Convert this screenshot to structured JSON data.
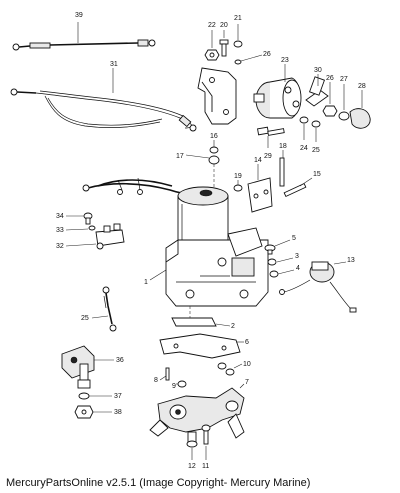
{
  "footer": "MercuryPartsOnline v2.5.1 (Image Copyright- Mercury Marine)",
  "callouts": [
    "39",
    "31",
    "22",
    "20",
    "21",
    "26",
    "23",
    "30",
    "26",
    "27",
    "28",
    "16",
    "29",
    "24",
    "25",
    "17",
    "14",
    "18",
    "15",
    "19",
    "34",
    "33",
    "32",
    "5",
    "3",
    "4",
    "13",
    "1",
    "25",
    "2",
    "6",
    "36",
    "10",
    "8",
    "9",
    "7",
    "37",
    "38",
    "12",
    "11"
  ]
}
